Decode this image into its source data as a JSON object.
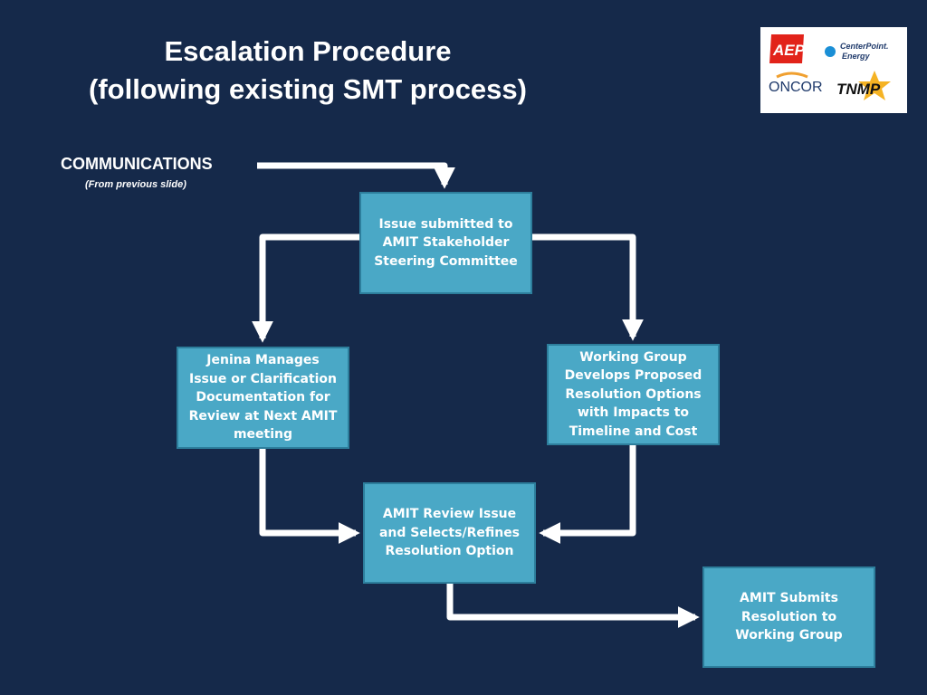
{
  "header": {
    "title_line1": "Escalation Procedure",
    "title_line2": "(following existing SMT process)"
  },
  "logos": {
    "aep": "AEP",
    "centerpoint_line1": "CenterPoint.",
    "centerpoint_line2": "Energy",
    "oncor": "ONCOR",
    "tnmp": "TNMP"
  },
  "communications": {
    "label": "COMMUNICATIONS",
    "sublabel": "(From previous slide)"
  },
  "nodes": {
    "issue_submitted": "Issue submitted to AMIT Stakeholder Steering Committee",
    "jenina_manages": "Jenina Manages Issue or Clarification Documentation for Review at Next AMIT meeting",
    "working_group": "Working Group Develops Proposed Resolution Options with Impacts to Timeline and Cost",
    "amit_review": "AMIT Review Issue and Selects/Refines Resolution Option",
    "amit_submits": "AMIT Submits Resolution to Working Group"
  },
  "colors": {
    "background": "#15294a",
    "node_fill": "#4aa8c6",
    "node_border": "#2d7e9c",
    "arrow": "#ffffff"
  }
}
